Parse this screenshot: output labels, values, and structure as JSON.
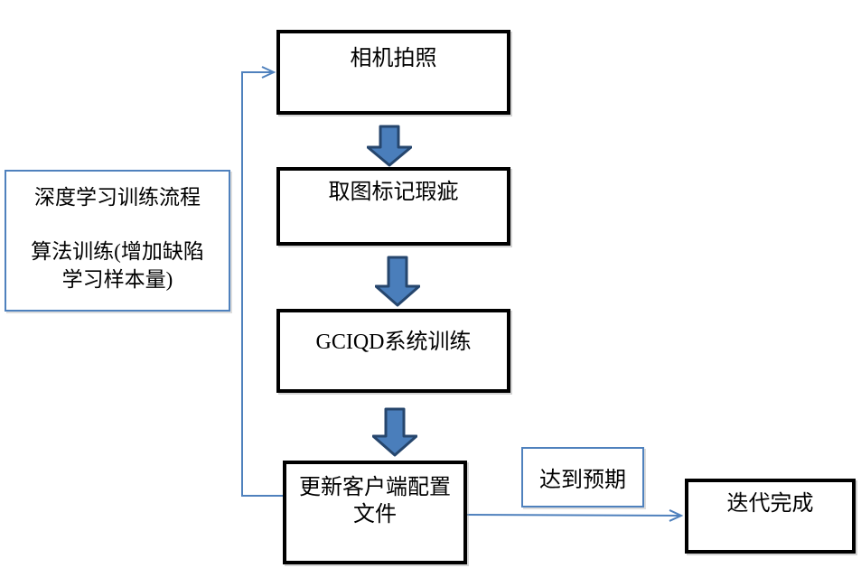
{
  "left_box": {
    "lines": [
      "深度学习训练流程",
      "算法训练(增加缺陷",
      "学习样本量)"
    ]
  },
  "steps": [
    {
      "label": "相机拍照"
    },
    {
      "label": "取图标记瑕疵"
    },
    {
      "label": "GCIQD系统训练"
    },
    {
      "label": "更新客户端配置文件"
    }
  ],
  "branch_label": "达到预期",
  "end_label": "迭代完成",
  "colors": {
    "flow_box_border": "#000000",
    "thin_box_border": "#4f81bd",
    "connector_line": "#4f81bd",
    "block_arrow_fill": "#4a7ebb",
    "block_arrow_stroke": "#26466d"
  }
}
